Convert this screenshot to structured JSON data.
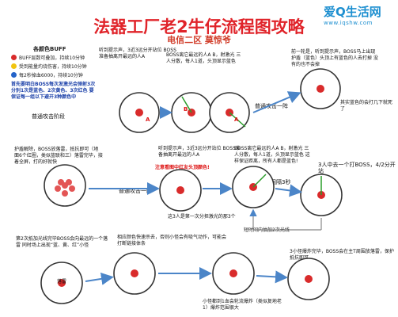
{
  "header": {
    "title": "法器工厂老2牛仔流程图攻略",
    "subtitle": "电信二区 莫惊爷"
  },
  "logo": {
    "name": "爱Q生活网",
    "url": "www.iqshw.com"
  },
  "legend": {
    "title": "各颜色BUFF",
    "items": [
      {
        "color": "#d92b2b",
        "text": "BUFF层数可叠加，持续10分钟"
      },
      {
        "color": "#f1c40f",
        "text": "受到能量灼烧伤害，持续10分钟"
      },
      {
        "color": "#2463c9",
        "text": "每2秒掉血6000，持续10分钟"
      }
    ]
  },
  "notes": {
    "first_attack": "首先要明白BOSS每次发激光会弹射3次 分别1次是蓝色、2次黄色、3次红色 要保证每一组以下避开3种颜色中",
    "first_stage": "普通攻击阶段",
    "listen": "听到提示声，3近3远分开站位 BOSS准备抽离开最远的人A",
    "boss_pick": "BOSS离它最远的人A B，射激光 三人分散，每人1道，头顶显示蓝色",
    "first_seq": "前一轮是，听到提示声，BOSS马上出现护盾（蓝色）头顶上有蓝色的人去打掉 没有的也不会掉",
    "protect": "其实蓝色的会打几下就死了",
    "normal1": "普通攻击一阵",
    "shield": "护盾解除，BOSS放落雷，抵抗即可（地面6个红圈，类似蓝联和三）落雷完毕，接着全屏，打的好就快",
    "listen2": "听到提示声，3近3远分开站位 BOSS准备抽离开最远的人A",
    "warning": "注意看图中红友头顶颜色!",
    "boss_pick2": "BOSS离它最远的人A B，射激光 三人分散，每人1道，头顶显示蓝色 这样保证距离，所有人都是蓝色!",
    "normal2": "普通攻击一阵",
    "spacing": "间隔3秒",
    "three_a": "3人中去一个打BOSS，4/2分开站",
    "third_pos": "这3人是第一次分担激光的那3个",
    "short_time": "短时间内抽加2次光线",
    "second_round": "第2次抵加光线完毕BOSS会向最远的一个落雷 同时场上出现“蓝、黄、红”小怪",
    "color_note": "相应颜色快速杀去，否则小怪会有吸气动作，可能会打断链接体条",
    "small_mob": "小怪都到1血会轮流爆炸（类似复地老1）爆炸范围很大",
    "third_mob": "3小怪爆炸完毕，BOSS会在主T周围放落雷，保护抵抗即可"
  },
  "labels": {
    "A": "A",
    "B": "B",
    "lei": "落雷"
  }
}
